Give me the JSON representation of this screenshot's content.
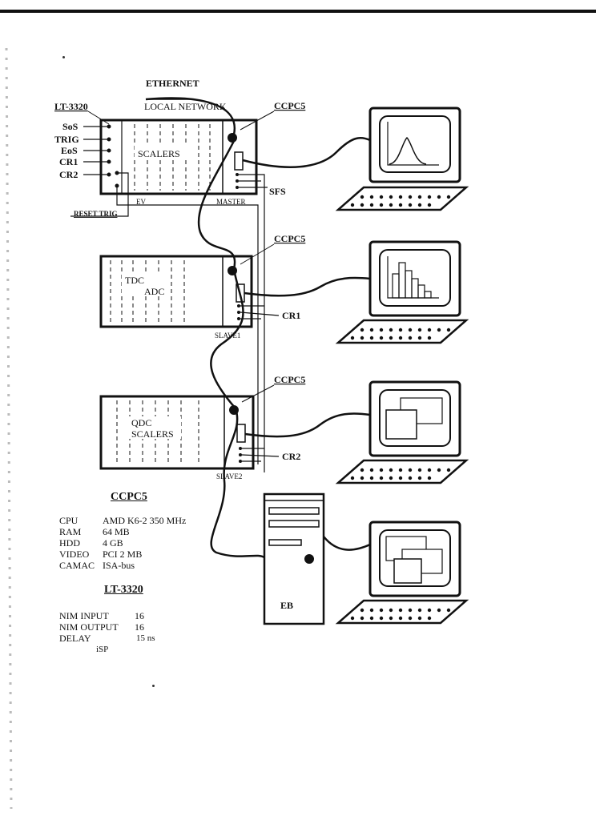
{
  "diagram": {
    "ethernet": "ETHERNET",
    "local_network": "LOCAL NETWORK",
    "ccpc5_label": "CCPC5",
    "lt3320_label": "LT-3320",
    "inputs": [
      "SoS",
      "TRIG",
      "EoS",
      "CR1",
      "CR2"
    ],
    "reset_trig": "RESET TRIG",
    "crate1": {
      "modules": [
        "SCALERS"
      ],
      "left_tag": "EV",
      "right_tag": "MASTER"
    },
    "crate2": {
      "modules": [
        "TDC",
        "ADC"
      ],
      "tag": "SLAVE1"
    },
    "crate3": {
      "modules": [
        "QDC",
        "SCALERS"
      ],
      "tag": "SLAVE2"
    },
    "sfs": "SFS",
    "cr1": "CR1",
    "cr2": "CR2",
    "eb": "EB"
  },
  "specs": {
    "ccpc5": {
      "title": "CCPC5",
      "rows": [
        {
          "k": "CPU",
          "v": "AMD K6-2 350 MHz"
        },
        {
          "k": "RAM",
          "v": "64 MB"
        },
        {
          "k": "HDD",
          "v": "4 GB"
        },
        {
          "k": "VIDEO",
          "v": "PCI 2 MB"
        },
        {
          "k": "CAMAC",
          "v": "ISA-bus"
        }
      ]
    },
    "lt3320": {
      "title": "LT-3320",
      "rows": [
        {
          "k": "NIM INPUT",
          "v": "16"
        },
        {
          "k": "NIM OUTPUT",
          "v": "16"
        },
        {
          "k": "DELAY",
          "v": "15 ns"
        }
      ],
      "extra": "iSP"
    }
  }
}
